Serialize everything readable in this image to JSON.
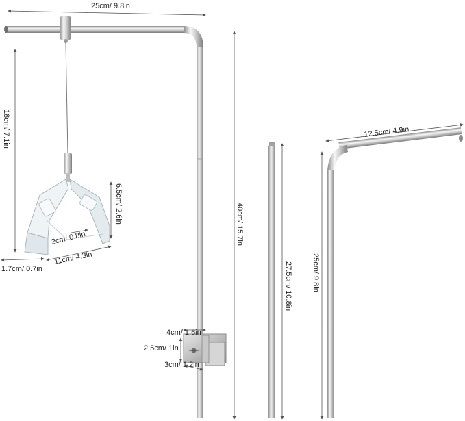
{
  "dimensions": {
    "top_bar_length": "25cm/ 9.8in",
    "hanging_drop": "18cm/ 7.1in",
    "clip_height": "6.5cm/ 2.6in",
    "clip_inner_width": "2cm/ 0.8in",
    "clip_width": "11cm/ 4.3in",
    "clip_foot": "1.7cm/ 0.7in",
    "main_pole_height": "40cm/ 15.7in",
    "clamp_width": "4cm/ 1.6in",
    "clamp_opening": "2.5cm/ 1in",
    "clamp_depth": "3cm/ 1.2in",
    "extension_rod": "27.5cm/ 10.8in",
    "bent_arm_horizontal": "12.5cm/ 4.9in",
    "bent_arm_vertical": "25cm/ 9.8in"
  },
  "colors": {
    "steel_light": "#f4f4f4",
    "steel_mid": "#cfcfcf",
    "steel_dark": "#8a8a8a",
    "acrylic": "#e9eef2",
    "dimension_line": "#555555",
    "text": "#222222"
  }
}
